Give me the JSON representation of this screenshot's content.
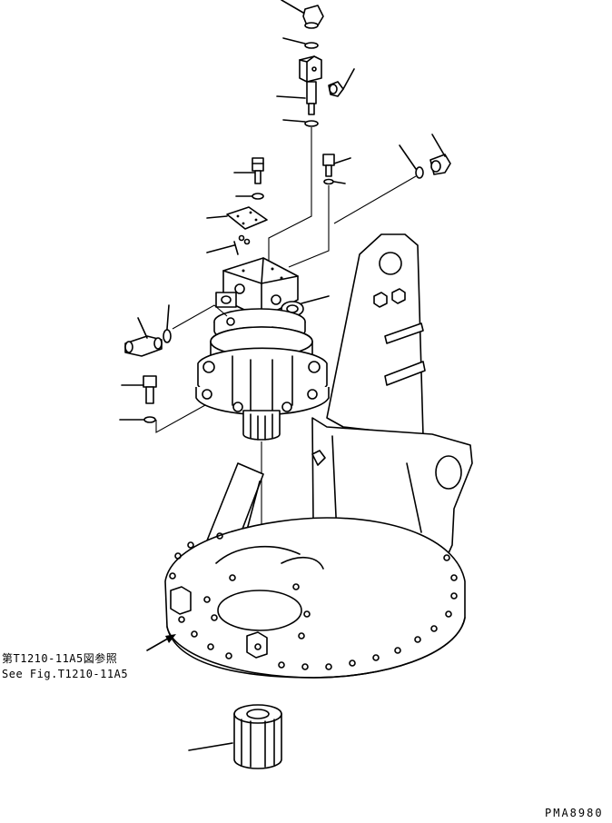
{
  "reference": {
    "japanese": "第T1210-11A5図参照",
    "english": "See Fig.T1210-11A5"
  },
  "drawing_code": "PMA8980"
}
